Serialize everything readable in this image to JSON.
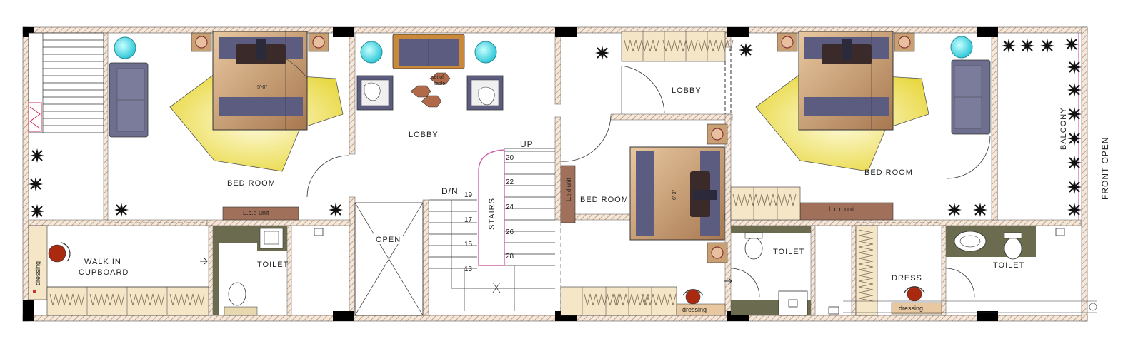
{
  "rooms": {
    "bed_room_left": "BED ROOM",
    "bed_room_middle": "BED ROOM",
    "bed_room_right": "BED ROOM",
    "lobby_left": "LOBBY",
    "lobby_right": "LOBBY",
    "toilet_left": "TOILET",
    "toilet_middle": "TOILET",
    "toilet_right": "TOILET",
    "walk_in_line1": "WALK IN",
    "walk_in_line2": "CUPBOARD",
    "dress": "DRESS",
    "open": "OPEN",
    "stairs": "STAIRS",
    "balcony": "BALCONY"
  },
  "stairs": {
    "up": "UP",
    "down": "D/N",
    "steps_left": [
      "19",
      "17",
      "15",
      "13"
    ],
    "steps_right": [
      "20",
      "22",
      "24",
      "26",
      "28"
    ]
  },
  "furniture": {
    "lcd_unit_left": "L.c.d unit",
    "lcd_unit_middle": "L.c.d unit",
    "lcd_unit_right": "L.c.d unit",
    "dressing_left": "dressing",
    "dressing_middle": "dressing",
    "dressing_right": "dressing",
    "set_of_table_line1": "set of",
    "set_of_table_line2": "table",
    "bed_size": "6'-3\""
  },
  "annotations": {
    "front_open": "FRONT OPEN"
  },
  "colors": {
    "wall_hatch": "#c8a080",
    "column": "#000000",
    "bed_wood": "#c99a6a",
    "bed_dark": "#5c5c80",
    "rug": "#f0e060",
    "sofa": "#6e6e8e",
    "cyan_lamp": "#50d8e0",
    "lcd": "#a0705a",
    "wardrobe": "#f5e6c8",
    "toilet_dark": "#6b6b50",
    "stair_rail": "#cc66aa"
  }
}
